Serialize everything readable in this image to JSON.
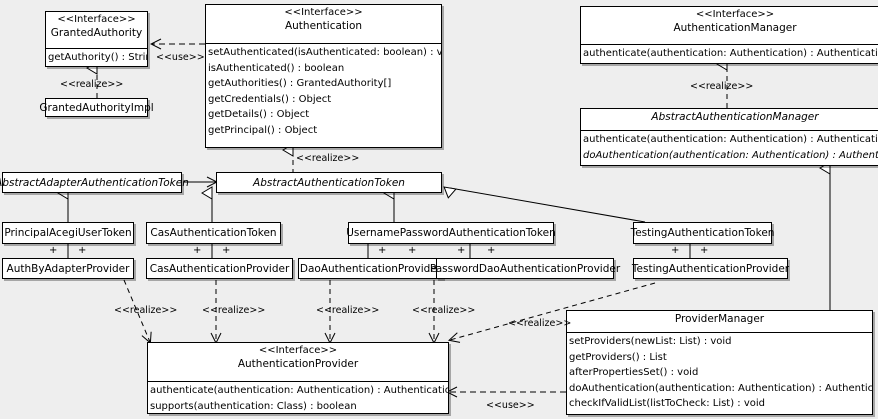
{
  "diagram": {
    "type": "uml-class-diagram",
    "background_color": "#eeeeee",
    "box_fill": "#ffffff",
    "line_color": "#000000",
    "stereotype_interface": "<<Interface>>",
    "labels": {
      "use": "<<use>>",
      "realize": "<<realize>>",
      "plus": "+"
    }
  },
  "classes": {
    "granted_authority": {
      "stereotype": "<<Interface>>",
      "name": "GrantedAuthority",
      "operations": [
        "getAuthority() : String"
      ]
    },
    "granted_authority_impl": {
      "name": "GrantedAuthorityImpl",
      "operations": []
    },
    "authentication": {
      "stereotype": "<<Interface>>",
      "name": "Authentication",
      "operations": [
        "setAuthenticated(isAuthenticated: boolean) : void",
        "isAuthenticated() : boolean",
        "getAuthorities() : GrantedAuthority[]",
        "getCredentials() : Object",
        "getDetails() : Object",
        "getPrincipal() : Object"
      ]
    },
    "authentication_manager": {
      "stereotype": "<<Interface>>",
      "name": "AuthenticationManager",
      "operations": [
        "authenticate(authentication: Authentication) : Authentication"
      ]
    },
    "abstract_authentication_manager": {
      "name": "AbstractAuthenticationManager",
      "abstract": true,
      "operations": [
        "authenticate(authentication: Authentication) : Authentication",
        "doAuthentication(authentication: Authentication) : Authentication"
      ],
      "abstract_operations": [
        false,
        true
      ]
    },
    "abstract_adapter_authentication_token": {
      "name": "AbstractAdapterAuthenticationToken",
      "abstract": true
    },
    "abstract_authentication_token": {
      "name": "AbstractAuthenticationToken",
      "abstract": true
    },
    "principal_acegi_user_token": {
      "name": "PrincipalAcegiUserToken"
    },
    "cas_authentication_token": {
      "name": "CasAuthenticationToken"
    },
    "username_password_authentication_token": {
      "name": "UsernamePasswordAuthenticationToken"
    },
    "testing_authentication_token": {
      "name": "TestingAuthenticationToken"
    },
    "auth_by_adapter_provider": {
      "name": "AuthByAdapterProvider"
    },
    "cas_authentication_provider": {
      "name": "CasAuthenticationProvider"
    },
    "dao_authentication_provider": {
      "name": "DaoAuthenticationProvider"
    },
    "password_dao_authentication_provider": {
      "name": "PasswordDaoAuthenticationProvider"
    },
    "testing_authentication_provider": {
      "name": "TestingAuthenticationProvider"
    },
    "authentication_provider": {
      "stereotype": "<<Interface>>",
      "name": "AuthenticationProvider",
      "operations": [
        "authenticate(authentication: Authentication) : Authentication",
        "supports(authentication: Class) : boolean"
      ]
    },
    "provider_manager": {
      "name": "ProviderManager",
      "operations": [
        "setProviders(newList: List) : void",
        "getProviders() : List",
        "afterPropertiesSet() : void",
        "doAuthentication(authentication: Authentication) : Authentication",
        "checkIfValidList(listToCheck: List) : void"
      ]
    }
  },
  "relationship_labels": [
    {
      "id": "use-authentication-grantedauthority",
      "text": "<<use>>"
    },
    {
      "id": "realize-grantedauthorityimpl",
      "text": "<<realize>>"
    },
    {
      "id": "realize-abstractauthenticationtoken",
      "text": "<<realize>>"
    },
    {
      "id": "realize-abstractauthenticationmanager",
      "text": "<<realize>>"
    },
    {
      "id": "realize-authbyadapterprovider",
      "text": "<<realize>>"
    },
    {
      "id": "realize-casauthenticationprovider",
      "text": "<<realize>>"
    },
    {
      "id": "realize-daoauthenticationprovider",
      "text": "<<realize>>"
    },
    {
      "id": "realize-passworddaoauthenticationprovider",
      "text": "<<realize>>"
    },
    {
      "id": "realize-testingauthenticationprovider",
      "text": "<<realize>>"
    },
    {
      "id": "use-providermanager-authenticationprovider",
      "text": "<<use>>"
    }
  ],
  "association_markers": [
    {
      "id": "plus-pat-1",
      "text": "+"
    },
    {
      "id": "plus-pat-2",
      "text": "+"
    },
    {
      "id": "plus-cat-1",
      "text": "+"
    },
    {
      "id": "plus-cat-2",
      "text": "+"
    },
    {
      "id": "plus-upat-1",
      "text": "+"
    },
    {
      "id": "plus-upat-2",
      "text": "+"
    },
    {
      "id": "plus-upat-3",
      "text": "+"
    },
    {
      "id": "plus-upat-4",
      "text": "+"
    },
    {
      "id": "plus-tat-1",
      "text": "+"
    },
    {
      "id": "plus-tat-2",
      "text": "+"
    }
  ]
}
